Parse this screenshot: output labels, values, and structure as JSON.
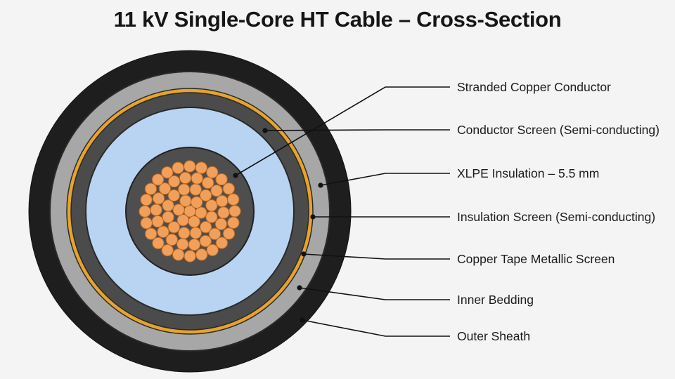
{
  "title": "11 kV Single-Core HT Cable – Cross-Section",
  "colors": {
    "outer_sheath": "#1e1e1e",
    "inner_bedding": "#a7a7a7",
    "copper_tape": "#e7a32c",
    "insulation_screen": "#4b4b4b",
    "xlpe_insulation": "#b9d4f3",
    "conductor_screen": "#4e4e4e",
    "conductor_strand": "#f0a05a",
    "background": "#f4f4f4"
  },
  "labels": [
    {
      "id": "stranded-copper-conductor",
      "text": "Stranded Copper Conductor"
    },
    {
      "id": "conductor-screen",
      "text": "Conductor Screen (Semi-conducting)"
    },
    {
      "id": "xlpe-insulation",
      "text": "XLPE Insulation – 5.5 mm"
    },
    {
      "id": "insulation-screen",
      "text": "Insulation Screen (Semi-conducting)"
    },
    {
      "id": "copper-tape-metallic-screen",
      "text": "Copper Tape Metallic Screen"
    },
    {
      "id": "inner-bedding",
      "text": "Inner Bedding"
    },
    {
      "id": "outer-sheath",
      "text": "Outer Sheath"
    }
  ]
}
